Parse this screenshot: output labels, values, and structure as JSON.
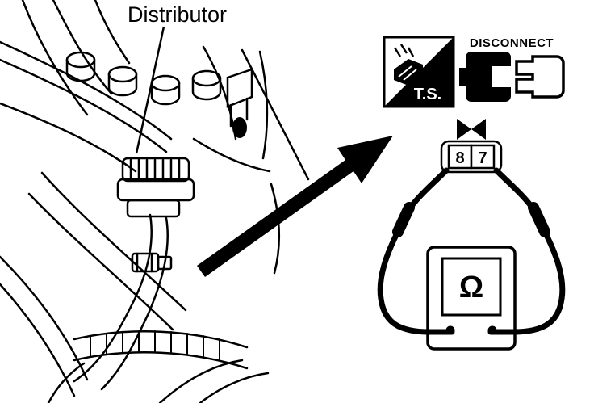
{
  "page": {
    "background": "#ffffff",
    "line_color": "#000000"
  },
  "engine_view": {
    "label": "Distributor"
  },
  "icons": {
    "ts": {
      "label": "T.S."
    },
    "disconnect": {
      "label": "DISCONNECT"
    }
  },
  "connector": {
    "pin_left": "8",
    "pin_right": "7"
  },
  "ohmmeter": {
    "symbol": "Ω"
  }
}
